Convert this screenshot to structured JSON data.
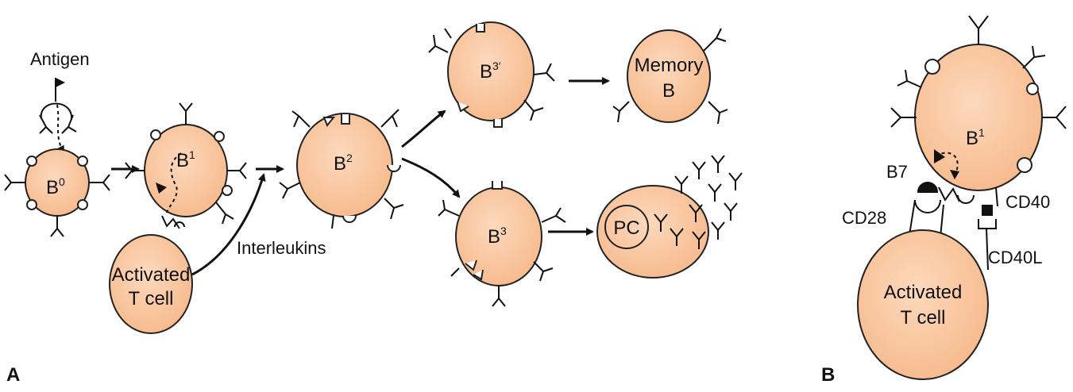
{
  "colors": {
    "cell_fill": "#f7b98b",
    "cell_highlight": "#fcd9bd",
    "cell_stroke": "#222222",
    "ink": "#111111"
  },
  "panel_a": {
    "label": "A",
    "antigen_label": "Antigen",
    "b0": {
      "base": "B",
      "sup": "0"
    },
    "b1": {
      "base": "B",
      "sup": "1"
    },
    "b2": {
      "base": "B",
      "sup": "2"
    },
    "b3_prime": {
      "base": "B",
      "sup": "3′"
    },
    "b3": {
      "base": "B",
      "sup": "3"
    },
    "memory_line1": "Memory",
    "memory_line2": "B",
    "pc_label": "PC",
    "interleukins_label": "Interleukins",
    "t_cell_line1": "Activated",
    "t_cell_line2": "T cell"
  },
  "panel_b": {
    "label": "B",
    "b1": {
      "base": "B",
      "sup": "1"
    },
    "b7_label": "B7",
    "cd28_label": "CD28",
    "cd40_label": "CD40",
    "cd40l_label": "CD40L",
    "t_cell_line1": "Activated",
    "t_cell_line2": "T cell"
  }
}
